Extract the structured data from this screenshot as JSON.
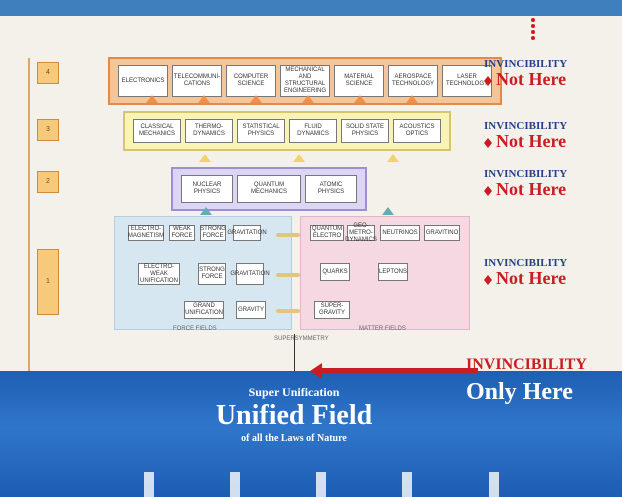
{
  "diagram": {
    "tier1": [
      "ELECTRONICS",
      "TELECOMMUNI-CATIONS",
      "COMPUTER SCIENCE",
      "MECHANICAL AND STRUCTURAL ENGINEERING",
      "MATERIAL SCIENCE",
      "AEROSPACE TECHNOLOGY",
      "LASER TECHNOLOGY"
    ],
    "tier2": [
      "CLASSICAL MECHANICS",
      "THERMO-DYNAMICS",
      "STATISTICAL PHYSICS",
      "FLUID DYNAMICS",
      "SOLID STATE PHYSICS",
      "ACOUSTICS OPTICS"
    ],
    "tier3": [
      "NUCLEAR PHYSICS",
      "QUANTUM MECHANICS",
      "ATOMIC PHYSICS"
    ],
    "left_nodes": [
      "ELECTRO-MAGNETISM",
      "WEAK FORCE",
      "STRONG FORCE",
      "GRAVITATION",
      "ELECTRO-WEAK UNIFICATION",
      "STRONG FORCE",
      "GRAVITATION",
      "GRAND UNIFICATION",
      "GRAVITY"
    ],
    "right_nodes": [
      "QUANTUM ELECTRO",
      "GEO-METRO-DYNAMICS",
      "NEUTRINOS",
      "GRAVITINO",
      "QUARKS",
      "LEPTONS",
      "SUPER-GRAVITY"
    ],
    "lower_labels": [
      "FORCE FIELDS",
      "MATTER FIELDS",
      "SUPERSYMMETRY"
    ],
    "level_labels": [
      "4",
      "3",
      "2",
      "1"
    ]
  },
  "status": {
    "invincibility": "INVINCIBILITY",
    "not_here": "Not Here",
    "only_here": "Only Here"
  },
  "bottom": {
    "super_unification": "Super Unification",
    "unified_field": "Unified Field",
    "subtitle": "of all the Laws of Nature"
  }
}
